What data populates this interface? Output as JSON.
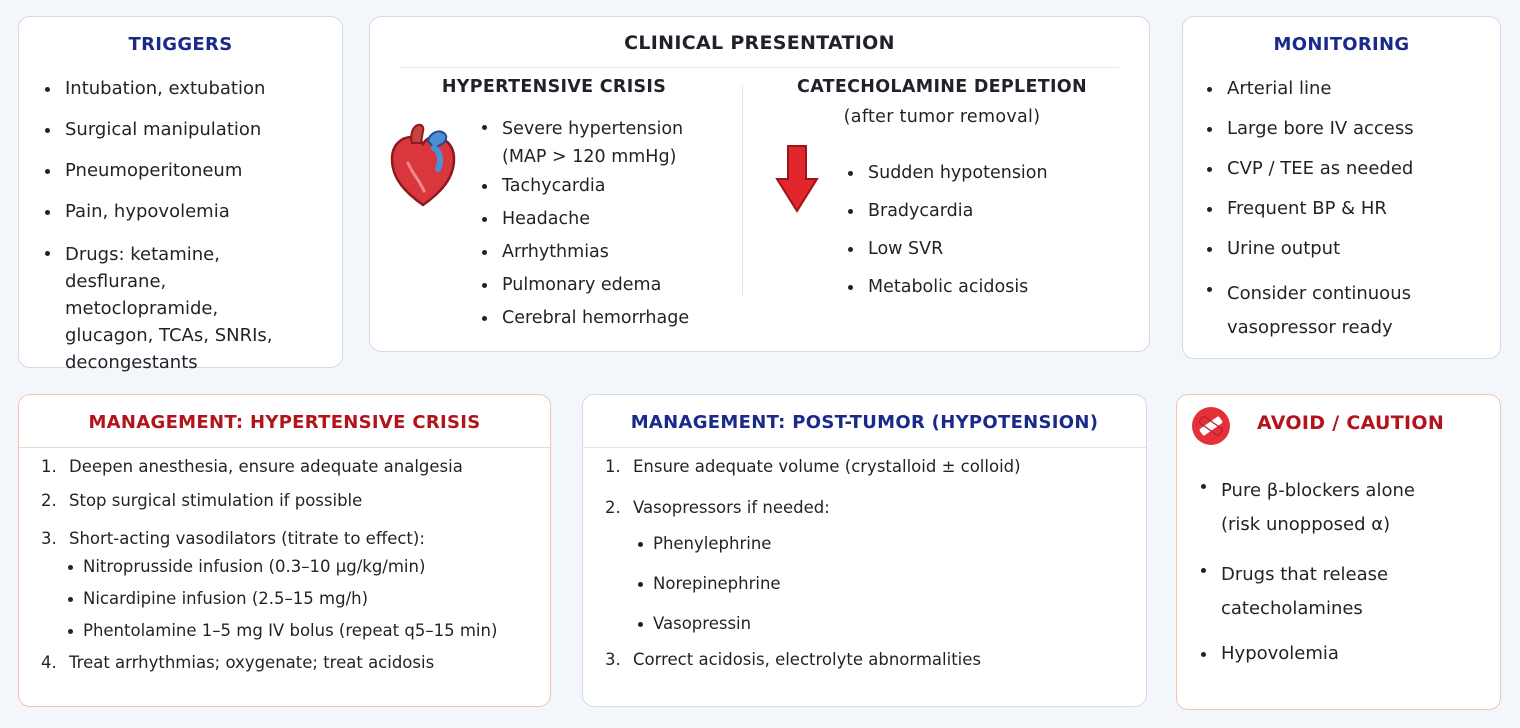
{
  "colors": {
    "navy": "#1a2a8a",
    "crimson": "#b3141c",
    "panel_border_blue": "#d3dbe8",
    "panel_border_warm": "#f0c7ad"
  },
  "triggers": {
    "title": "TRIGGERS",
    "items": [
      "Intubation, extubation",
      "Surgical manipulation",
      "Pneumoperitoneum",
      "Pain, hypovolemia",
      "Drugs: ketamine, desflurane, metoclopramide, glucagon, TCAs, SNRIs, decongestants"
    ]
  },
  "clinical": {
    "title": "CLINICAL PRESENTATION",
    "hypertensive": {
      "title": "HYPERTENSIVE CRISIS",
      "icon": "heart-icon",
      "items": [
        "Severe hypertension (MAP > 120 mmHg)",
        "Tachycardia",
        "Headache",
        "Arrhythmias",
        "Pulmonary edema",
        "Cerebral hemorrhage"
      ]
    },
    "depletion": {
      "title": "CATECHOLAMINE DEPLETION",
      "subtitle": "(after tumor removal)",
      "icon": "arrow-down-icon",
      "items": [
        "Sudden hypotension",
        "Bradycardia",
        "Low SVR",
        "Metabolic acidosis"
      ]
    }
  },
  "monitoring": {
    "title": "MONITORING",
    "items": [
      "Arterial line",
      "Large bore IV access",
      "CVP / TEE as needed",
      "Frequent BP & HR",
      "Urine output",
      "Consider continuous vasopressor ready"
    ]
  },
  "mgmt_crisis": {
    "title": "MANAGEMENT: HYPERTENSIVE CRISIS",
    "steps": [
      {
        "num": "1.",
        "text": "Deepen anesthesia, ensure adequate analgesia",
        "sub": []
      },
      {
        "num": "2.",
        "text": "Stop surgical stimulation if possible",
        "sub": []
      },
      {
        "num": "3.",
        "text": "Short-acting vasodilators (titrate to effect):",
        "sub": [
          "Nitroprusside infusion (0.3–10 μg/kg/min)",
          "Nicardipine infusion (2.5–15 mg/h)",
          "Phentolamine 1–5 mg IV bolus (repeat q5–15 min)"
        ]
      },
      {
        "num": "4.",
        "text": "Treat arrhythmias; oxygenate; treat acidosis",
        "sub": []
      }
    ]
  },
  "mgmt_post": {
    "title": "MANAGEMENT: POST-TUMOR (HYPOTENSION)",
    "steps": [
      {
        "num": "1.",
        "text": "Ensure adequate volume (crystalloid ± colloid)",
        "sub": []
      },
      {
        "num": "2.",
        "text": "Vasopressors if needed:",
        "sub": [
          "Phenylephrine",
          "Norepinephrine",
          "Vasopressin"
        ]
      },
      {
        "num": "3.",
        "text": "Correct acidosis, electrolyte abnormalities",
        "sub": []
      }
    ]
  },
  "avoid": {
    "title": "AVOID / CAUTION",
    "icon": "prohibited-icon",
    "items": [
      "Pure β-blockers alone (risk unopposed α)",
      "Drugs that release catecholamines",
      "Hypovolemia"
    ]
  }
}
